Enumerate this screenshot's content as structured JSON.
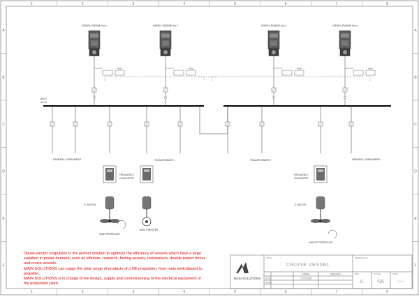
{
  "border": {
    "numbers": [
      "1",
      "2",
      "3",
      "4",
      "5",
      "6",
      "7",
      "8"
    ],
    "letters": [
      "A",
      "B",
      "C",
      "D",
      "E",
      "F"
    ]
  },
  "generators": [
    {
      "label": "DIESEL ENGINE No.1",
      "panel": "PMS"
    },
    {
      "label": "DIESEL ENGINE No.2",
      "panel": "PMS"
    },
    {
      "label": "DIESEL ENGINE No.3",
      "panel": "PMS"
    },
    {
      "label": "DIESEL ENGINE No.4",
      "panel": "PMS"
    }
  ],
  "busbar": {
    "label": "690 V\n60 Hz"
  },
  "labels": {
    "general_consumers": "GENERAL CONSUMERS",
    "transformer_1": "TRANSFORMER 1",
    "transformer_2": "TRANSFORMER 2",
    "frequency_converter": "FREQUENCY CONVERTER",
    "e_motor": "E. MOTOR",
    "main_propeller": "MAIN PROPELLER",
    "bow_thruster": "BOW THRUSTER",
    "main_ip_propeller": "MAIN I/P PROPELLER"
  },
  "note_paragraphs": [
    "Diesel-electric propulsion is the perfect solution to optimize the efficiency of vessels which have a large variation in power demand, such as offshore, research, fishing vessels, icebreakers, double-ended ferries and cruise vessels.",
    "MAIN SOLUTIONS can suppy the wide range of products of a DE propulsion, from main switchboard to propeller.",
    "MAIN SOLUTIONS is in charge of the design, supply and commissioning of the electrical equipment of the propulsion plant."
  ],
  "title_block": {
    "logo_text": "MAIN SOLUTIONS",
    "title_caption": "TITLE",
    "title": "CRUISE VESSEL",
    "drawing_no_caption": "DRAWING No.",
    "col_draw": "DRAW",
    "col_checked": "CHECKED",
    "row_date": "DATE",
    "date_value": "23.02.2018",
    "row_name": "NAME",
    "rev_caption": "REV.",
    "rev_value": "0",
    "scale_caption": "SCALE",
    "scale_value": "NA",
    "page_caption": "PAGE",
    "page_value": "1 of 1"
  },
  "colors": {
    "note_text": "#e00000",
    "line": "#333333",
    "bus": "#000000"
  }
}
